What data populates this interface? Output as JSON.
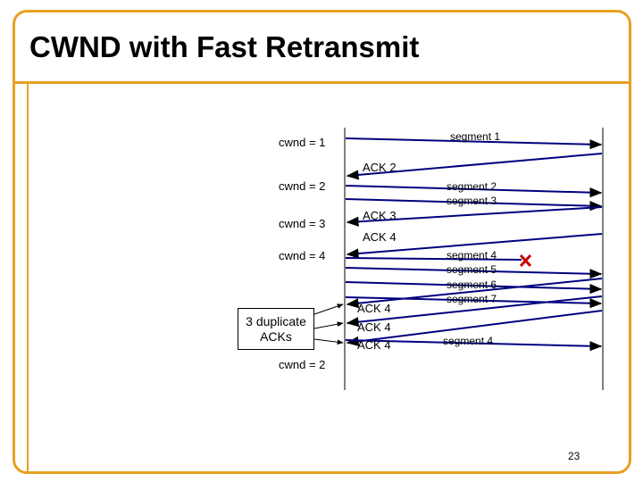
{
  "slide": {
    "title": "CWND with Fast Retransmit",
    "page_number": "23"
  },
  "cwnd_labels": [
    "cwnd = 1",
    "cwnd = 2",
    "cwnd = 3",
    "cwnd = 4",
    "cwnd = 2"
  ],
  "callout": {
    "text": "3 duplicate ACKs"
  },
  "segment_labels": [
    "segment 1",
    "segment 2",
    "segment 3",
    "segment 4",
    "segment 5",
    "segment 6",
    "segment 7",
    "segment 4"
  ],
  "ack_labels": [
    "ACK 2",
    "ACK 3",
    "ACK 4",
    "ACK 4",
    "ACK 4",
    "ACK 4"
  ],
  "loss_marker": {
    "symbol": "x",
    "color": "#cc0000"
  },
  "colors": {
    "arrow": "#000080",
    "frame": "#e8a020"
  }
}
